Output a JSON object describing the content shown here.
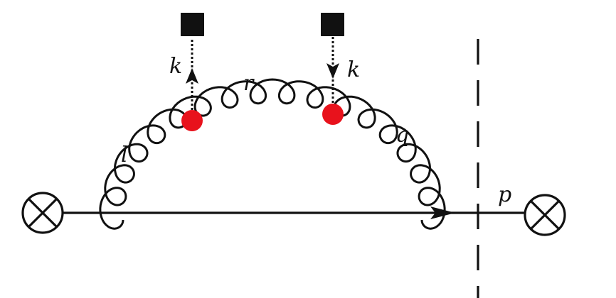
{
  "labels": {
    "momentum_l": "l",
    "momentum_r": "r",
    "momentum_q": "q",
    "momentum_p": "p",
    "momentum_k_left": "k",
    "momentum_k_right": "k"
  },
  "colors": {
    "ink": "#111111",
    "vertex_dot": "#e8121c",
    "source_square": "#111111",
    "background": "#ffffff"
  },
  "icons": {
    "left_operator": "circled-times",
    "right_operator": "circled-times",
    "external_source": "filled-square",
    "interaction_vertex": "filled-circle"
  }
}
